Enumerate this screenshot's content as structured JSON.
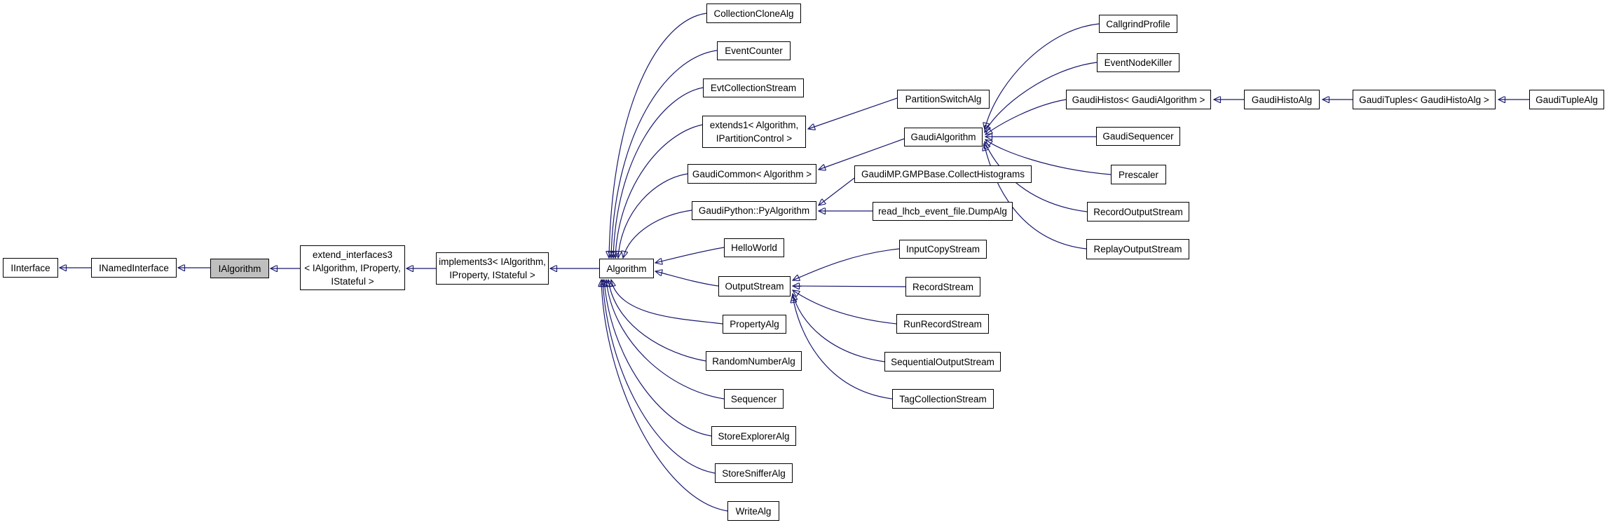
{
  "diagram": {
    "type": "class-inheritance-graph",
    "highlighted_node": "IAlgorithm",
    "colors": {
      "edge": "#191970",
      "node_border": "#000000",
      "node_fill": "#ffffff",
      "highlight_fill": "#bfbfbf",
      "text": "#000000"
    },
    "nodes": {
      "iinterface": {
        "label": "IInterface"
      },
      "inamedinterface": {
        "label": "INamedInterface"
      },
      "ialgorithm": {
        "label": "IAlgorithm"
      },
      "extend_interfaces3": {
        "label": "extend_interfaces3\n< IAlgorithm, IProperty,\nIStateful >"
      },
      "implements3": {
        "label": "implements3< IAlgorithm,\nIProperty, IStateful >"
      },
      "algorithm": {
        "label": "Algorithm"
      },
      "collectionclonealg": {
        "label": "CollectionCloneAlg"
      },
      "eventcounter": {
        "label": "EventCounter"
      },
      "evtcollectionstream": {
        "label": "EvtCollectionStream"
      },
      "extends1": {
        "label": "extends1< Algorithm,\nIPartitionControl >"
      },
      "gaudicommon": {
        "label": "GaudiCommon< Algorithm >"
      },
      "pyalgorithm": {
        "label": "GaudiPython::PyAlgorithm"
      },
      "helloworld": {
        "label": "HelloWorld"
      },
      "outputstream": {
        "label": "OutputStream"
      },
      "propertyalg": {
        "label": "PropertyAlg"
      },
      "randomnumberalg": {
        "label": "RandomNumberAlg"
      },
      "sequencer": {
        "label": "Sequencer"
      },
      "storeexploreralg": {
        "label": "StoreExplorerAlg"
      },
      "storesnifferalg": {
        "label": "StoreSnifferAlg"
      },
      "writealg": {
        "label": "WriteAlg"
      },
      "partitionswitchalg": {
        "label": "PartitionSwitchAlg"
      },
      "gaudialgorithm": {
        "label": "GaudiAlgorithm"
      },
      "collecthistograms": {
        "label": "GaudiMP.GMPBase.CollectHistograms"
      },
      "dumpalg": {
        "label": "read_lhcb_event_file.DumpAlg"
      },
      "callgrindprofile": {
        "label": "CallgrindProfile"
      },
      "eventnodekiller": {
        "label": "EventNodeKiller"
      },
      "gaudihistos": {
        "label": "GaudiHistos< GaudiAlgorithm >"
      },
      "gaudisequencer": {
        "label": "GaudiSequencer"
      },
      "prescaler": {
        "label": "Prescaler"
      },
      "recordoutputstream": {
        "label": "RecordOutputStream"
      },
      "replayoutputstream": {
        "label": "ReplayOutputStream"
      },
      "gaudihistoalg": {
        "label": "GaudiHistoAlg"
      },
      "gaudituples": {
        "label": "GaudiTuples< GaudiHistoAlg >"
      },
      "gaudituplealg": {
        "label": "GaudiTupleAlg"
      }
    },
    "edges": [
      {
        "from": "INamedInterface",
        "to": "IInterface"
      },
      {
        "from": "IAlgorithm",
        "to": "INamedInterface"
      },
      {
        "from": "extend_interfaces3< IAlgorithm, IProperty, IStateful >",
        "to": "IAlgorithm"
      },
      {
        "from": "implements3< IAlgorithm, IProperty, IStateful >",
        "to": "extend_interfaces3< IAlgorithm, IProperty, IStateful >"
      },
      {
        "from": "Algorithm",
        "to": "implements3< IAlgorithm, IProperty, IStateful >"
      },
      {
        "from": "CollectionCloneAlg",
        "to": "Algorithm"
      },
      {
        "from": "EventCounter",
        "to": "Algorithm"
      },
      {
        "from": "EvtCollectionStream",
        "to": "Algorithm"
      },
      {
        "from": "extends1< Algorithm, IPartitionControl >",
        "to": "Algorithm"
      },
      {
        "from": "GaudiCommon< Algorithm >",
        "to": "Algorithm"
      },
      {
        "from": "GaudiPython::PyAlgorithm",
        "to": "Algorithm"
      },
      {
        "from": "HelloWorld",
        "to": "Algorithm"
      },
      {
        "from": "OutputStream",
        "to": "Algorithm"
      },
      {
        "from": "PropertyAlg",
        "to": "Algorithm"
      },
      {
        "from": "RandomNumberAlg",
        "to": "Algorithm"
      },
      {
        "from": "Sequencer",
        "to": "Algorithm"
      },
      {
        "from": "StoreExplorerAlg",
        "to": "Algorithm"
      },
      {
        "from": "StoreSnifferAlg",
        "to": "Algorithm"
      },
      {
        "from": "WriteAlg",
        "to": "Algorithm"
      },
      {
        "from": "PartitionSwitchAlg",
        "to": "extends1< Algorithm, IPartitionControl >"
      },
      {
        "from": "GaudiAlgorithm",
        "to": "GaudiCommon< Algorithm >"
      },
      {
        "from": "GaudiMP.GMPBase.CollectHistograms",
        "to": "GaudiPython::PyAlgorithm"
      },
      {
        "from": "read_lhcb_event_file.DumpAlg",
        "to": "GaudiPython::PyAlgorithm"
      },
      {
        "from": "CallgrindProfile",
        "to": "GaudiAlgorithm"
      },
      {
        "from": "EventNodeKiller",
        "to": "GaudiAlgorithm"
      },
      {
        "from": "GaudiHistos< GaudiAlgorithm >",
        "to": "GaudiAlgorithm"
      },
      {
        "from": "GaudiSequencer",
        "to": "GaudiAlgorithm"
      },
      {
        "from": "Prescaler",
        "to": "GaudiAlgorithm"
      },
      {
        "from": "RecordOutputStream",
        "to": "GaudiAlgorithm"
      },
      {
        "from": "ReplayOutputStream",
        "to": "GaudiAlgorithm"
      },
      {
        "from": "GaudiHistoAlg",
        "to": "GaudiHistos< GaudiAlgorithm >"
      },
      {
        "from": "GaudiTuples< GaudiHistoAlg >",
        "to": "GaudiHistoAlg"
      },
      {
        "from": "GaudiTupleAlg",
        "to": "GaudiTuples< GaudiHistoAlg >"
      }
    ]
  }
}
